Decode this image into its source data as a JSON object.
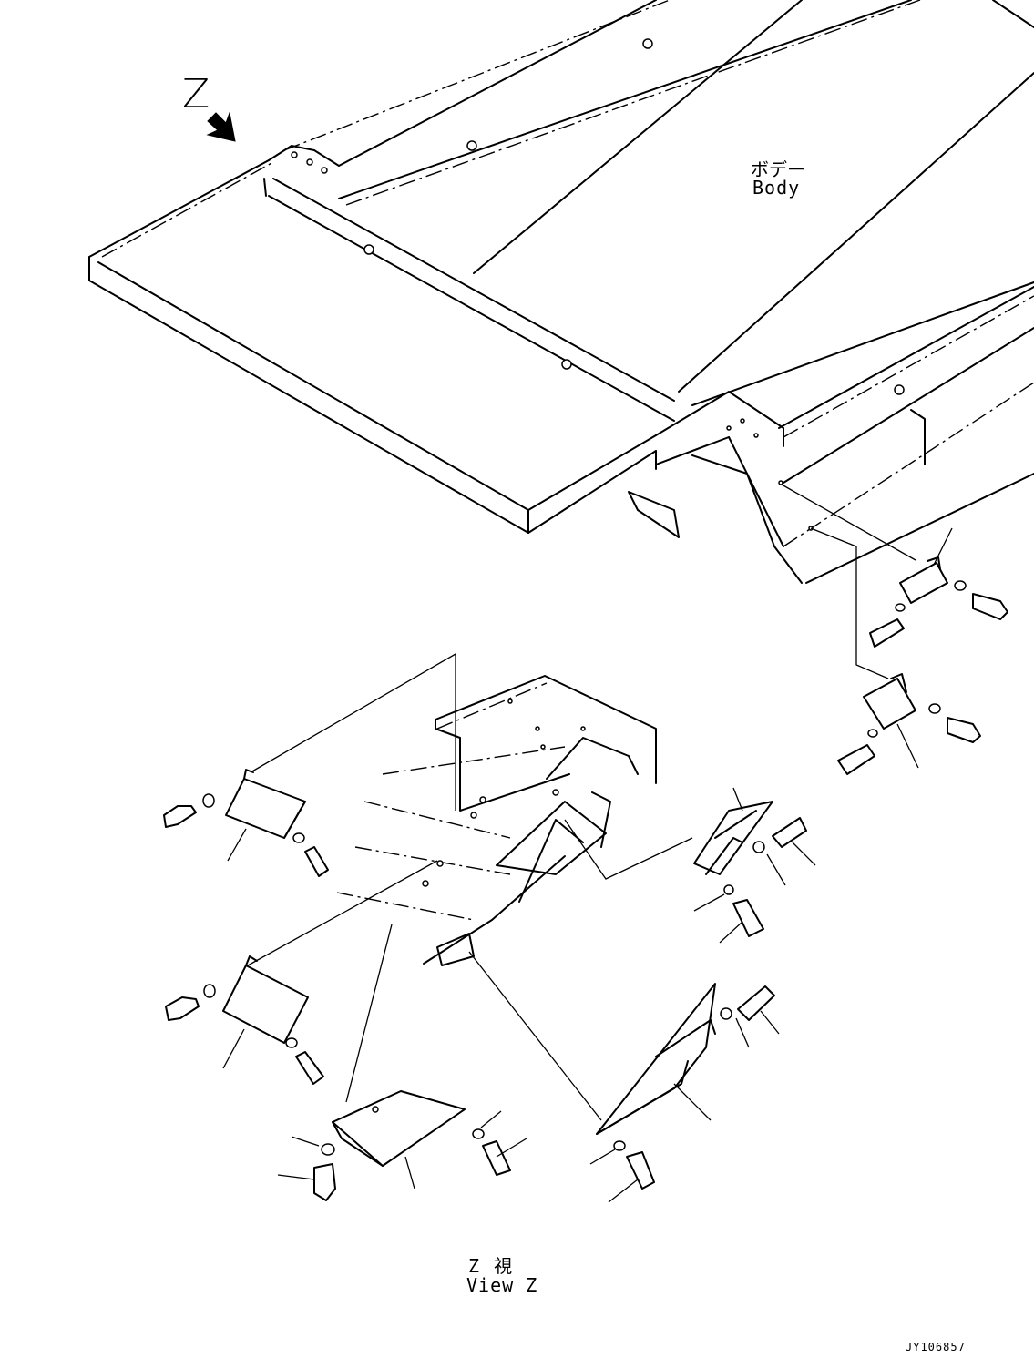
{
  "labels": {
    "view_letter": "Z",
    "body_jp": "ボデー",
    "body_en": "Body",
    "view_jp": "Z 視",
    "view_en": "View Z",
    "drawing_id": "JY106857"
  },
  "icons": [
    "view-direction-arrow-icon"
  ],
  "colors": {
    "ink": "#000000",
    "paper": "#ffffff"
  }
}
